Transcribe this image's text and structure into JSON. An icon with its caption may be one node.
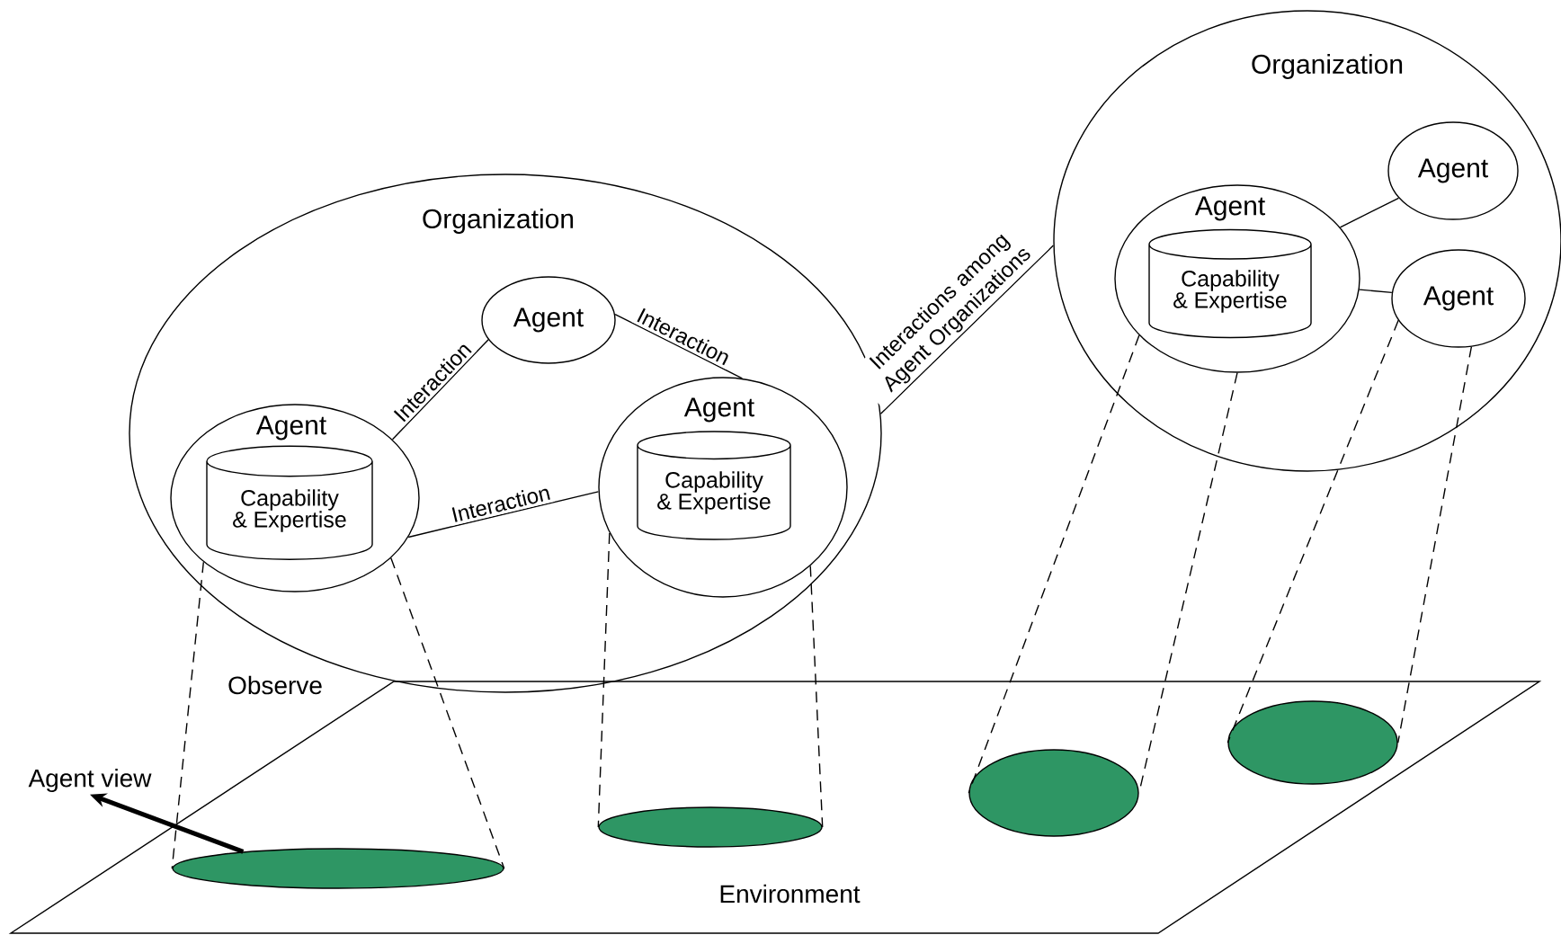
{
  "diagram": {
    "nodes": [
      {
        "text": [
          "Organization"
        ]
      },
      {
        "text": [
          "Agent"
        ],
        "in": 0
      },
      {
        "text": [
          "Agent"
        ],
        "in": 0
      },
      {
        "text": [
          "Capability & Expertise"
        ],
        "in": 2
      },
      {
        "text": [
          "Agent"
        ],
        "in": 0
      },
      {
        "text": [
          "Capability & Expertise"
        ],
        "in": 4
      },
      {
        "text": [
          "Organization"
        ]
      },
      {
        "text": [
          "Agent"
        ],
        "in": 6
      },
      {
        "text": [
          "Capability & Expertise"
        ],
        "in": 7
      },
      {
        "text": [
          "Agent"
        ],
        "in": 6
      },
      {
        "text": [
          "Agent"
        ],
        "in": 6
      },
      {
        "text": [
          "Environment"
        ]
      },
      {
        "text": [],
        "shape": "ellipse",
        "in": 11
      },
      {
        "text": [],
        "shape": "ellipse",
        "in": 11
      },
      {
        "text": [],
        "shape": "ellipse",
        "in": 11
      },
      {
        "text": [],
        "shape": "ellipse",
        "in": 11
      },
      {
        "text": [
          "Agent view"
        ]
      }
    ],
    "edges": [
      {
        "from": 1,
        "to": 2,
        "arrow": "none",
        "label": "Interaction"
      },
      {
        "from": 1,
        "to": 4,
        "arrow": "none",
        "label": "Interaction"
      },
      {
        "from": 2,
        "to": 4,
        "arrow": "none",
        "label": "Interaction"
      },
      {
        "from": 0,
        "to": 6,
        "arrow": "none",
        "label": "Interactions among Agent Organizations"
      },
      {
        "from": 7,
        "to": 9,
        "arrow": "none"
      },
      {
        "from": 7,
        "to": 10,
        "arrow": "none"
      },
      {
        "from": 2,
        "to": 12,
        "arrow": "none",
        "style": "dashed"
      },
      {
        "from": 2,
        "to": 12,
        "arrow": "none",
        "style": "dashed"
      },
      {
        "from": 4,
        "to": 13,
        "arrow": "none",
        "style": "dashed"
      },
      {
        "from": 4,
        "to": 13,
        "arrow": "none",
        "style": "dashed"
      },
      {
        "from": 7,
        "to": 14,
        "arrow": "none",
        "style": "dashed"
      },
      {
        "from": 7,
        "to": 14,
        "arrow": "none",
        "style": "dashed"
      },
      {
        "from": 10,
        "to": 15,
        "arrow": "none",
        "style": "dashed"
      },
      {
        "from": 10,
        "to": 15,
        "arrow": "none",
        "style": "dashed"
      },
      {
        "from": 12,
        "to": 16,
        "arrow": "to",
        "style": "thick"
      }
    ],
    "labels": [
      "Observe"
    ]
  }
}
